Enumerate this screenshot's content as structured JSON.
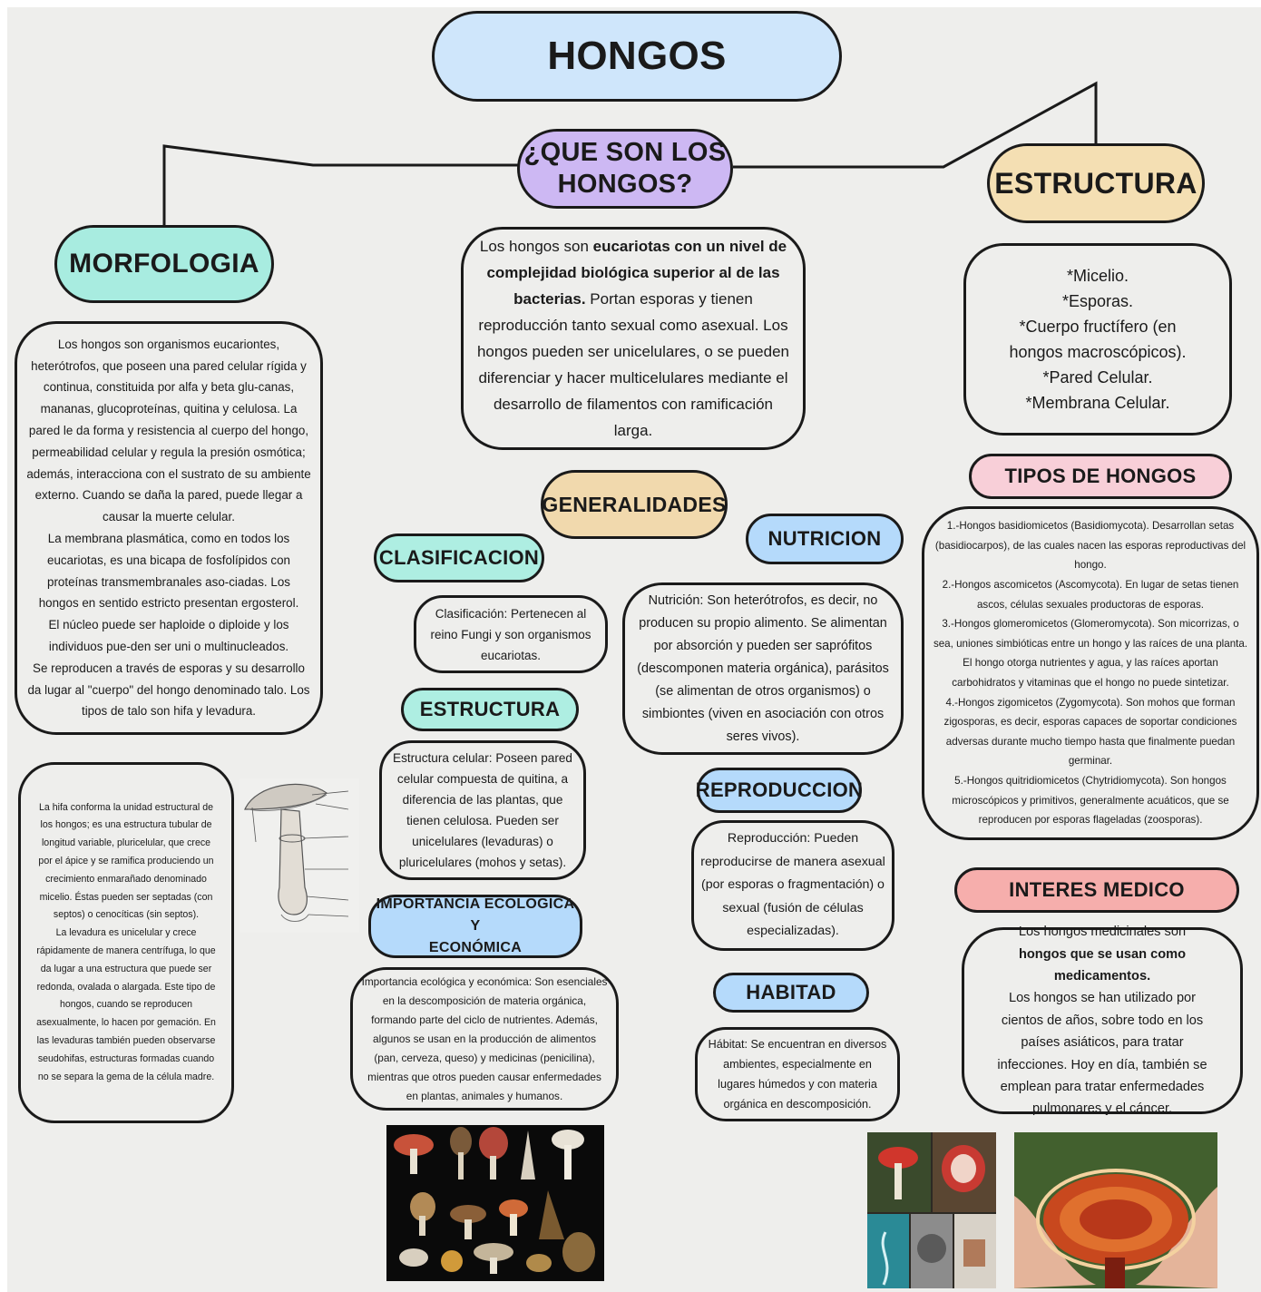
{
  "title": "HONGOS",
  "que_son": {
    "title": "¿QUE SON LOS\nHONGOS?",
    "text_pre": "Los hongos son ",
    "text_bold": "eucariotas con un nivel de complejidad biológica superior al de las bacterias.",
    "text_post": " Portan esporas y tienen reproducción tanto sexual como asexual. Los hongos pueden ser unicelulares, o se pueden diferenciar y hacer multicelulares mediante el desarrollo de filamentos con ramificación larga."
  },
  "morfologia": {
    "title": "MORFOLOGIA",
    "text": "Los hongos son organismos eucariontes, heterótrofos, que poseen una pared celular rígida y continua, constituida por alfa y beta glu-canas, mananas, glucoproteínas, quitina y celulosa. La pared le da forma y resistencia al cuerpo del hongo, permeabilidad celular y regula la presión osmótica; además, interacciona con el sustrato de su ambiente externo. Cuando se daña la pared, puede llegar a causar la muerte celular.\nLa membrana plasmática, como en todos los eucariotas, es una bicapa de fosfolípidos con proteínas transmembranales aso-ciadas. Los hongos en sentido estricto presentan ergosterol.\nEl núcleo puede ser haploide o diploide y los individuos pue-den ser uni o multinucleados.\nSe reproducen a través de esporas y su desarrollo da lugar al \"cuerpo\" del hongo denominado talo. Los tipos de talo son hifa y levadura.",
    "hifa_text": "La hifa conforma la unidad estructural de los hongos; es una estructura tubular de longitud variable, pluricelular, que crece por el ápice y se ramifica produciendo un crecimiento enmarañado denominado micelio. Éstas pueden ser septadas (con septos) o cenocíticas (sin septos).\nLa levadura es unicelular y crece rápidamente de manera centrífuga, lo que da lugar a una estructura que puede ser redonda, ovalada o alargada. Este tipo de hongos, cuando se reproducen asexualmente, lo hacen por gemación. En las levaduras también pueden observarse seudohifas, estructuras formadas cuando no se separa la gema de la célula madre."
  },
  "estructura_main": {
    "title": "ESTRUCTURA",
    "text": "*Micelio.\n*Esporas.\n*Cuerpo fructífero (en hongos macroscópicos).\n*Pared Celular.\n*Membrana Celular."
  },
  "generalidades": {
    "title": "GENERALIDADES"
  },
  "clasificacion": {
    "title": "CLASIFICACION",
    "text": "Clasificación: Pertenecen al reino Fungi y son organismos eucariotas."
  },
  "estructura_gen": {
    "title": "ESTRUCTURA",
    "text": "Estructura celular: Poseen pared celular compuesta de quitina, a diferencia de las plantas, que tienen celulosa. Pueden ser unicelulares (levaduras) o pluricelulares (mohos y setas)."
  },
  "importancia": {
    "title": "IMPORTANCIA ECOLÓGICA Y\nECONÓMICA",
    "text": "Importancia ecológica y económica: Son esenciales en la descomposición de materia orgánica, formando parte del ciclo de nutrientes. Además, algunos se usan en la producción de alimentos (pan, cerveza, queso) y medicinas (penicilina), mientras que otros pueden causar enfermedades en plantas, animales y humanos."
  },
  "nutricion": {
    "title": "NUTRICION",
    "text": "Nutrición: Son heterótrofos, es decir, no producen su propio alimento. Se alimentan por absorción y pueden ser saprófitos (descomponen materia orgánica), parásitos (se alimentan de otros organismos) o simbiontes (viven en asociación con otros seres vivos)."
  },
  "reproduccion": {
    "title": "REPRODUCCION",
    "text": "Reproducción: Pueden reproducirse de manera asexual (por esporas o fragmentación) o sexual (fusión de células especializadas)."
  },
  "habitad": {
    "title": "HABITAD",
    "text": "Hábitat: Se encuentran en diversos ambientes, especialmente en lugares húmedos y con materia orgánica en descomposición."
  },
  "tipos": {
    "title": "TIPOS DE HONGOS",
    "text": "1.-Hongos basidiomicetos (Basidiomycota). Desarrollan setas (basidiocarpos), de las cuales nacen las esporas reproductivas del hongo.\n2.-Hongos ascomicetos (Ascomycota). En lugar de setas tienen ascos, células sexuales productoras de esporas.\n3.-Hongos glomeromicetos (Glomeromycota). Son micorrizas, o sea, uniones simbióticas entre un hongo y las raíces de una planta. El hongo otorga nutrientes y agua, y las raíces aportan carbohidratos y vitaminas que el hongo no puede sintetizar.\n4.-Hongos zigomicetos (Zygomycota). Son mohos que forman zigosporas, es decir, esporas capaces de soportar condiciones adversas durante mucho tiempo hasta que finalmente puedan germinar.\n5.-Hongos quitridiomicetos (Chytridiomycota). Son hongos microscópicos y primitivos, generalmente acuáticos, que se reproducen por esporas flageladas (zoosporas)."
  },
  "interes": {
    "title": "INTERES MEDICO",
    "text_pre": "Los hongos medicinales son ",
    "text_bold": "hongos que se usan como medicamentos.",
    "text_post": "\nLos hongos se han utilizado por cientos de años, sobre todo en los países asiáticos, para tratar infecciones. Hoy en día, también se emplean para tratar enfermedades pulmonares y el cáncer."
  },
  "colors": {
    "title_bg": "#cfe6fb",
    "que_son_bg": "#cdb8f3",
    "estructura_bg": "#f4dfb3",
    "morfologia_bg": "#a8ece0",
    "generalidades_bg": "#f1d9ad",
    "clasificacion_bg": "#aeeee2",
    "blue_bg": "#b5dafb",
    "tipos_bg": "#f8cfd8",
    "interes_bg": "#f6aeac"
  }
}
